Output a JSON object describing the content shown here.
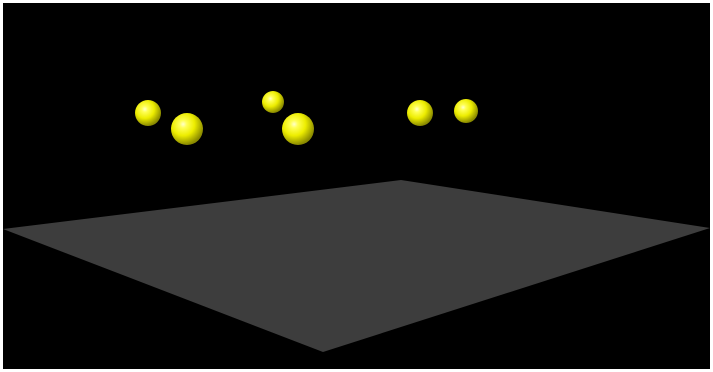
{
  "scene": {
    "background_color": "#000000",
    "frame_color": "#ffffff",
    "ground_plane": {
      "label": "ground-plane",
      "color": "#3d3d3d"
    },
    "spheres": [
      {
        "id": "sphere-1",
        "color": "#ffff00"
      },
      {
        "id": "sphere-2",
        "color": "#ffff00"
      },
      {
        "id": "sphere-3",
        "color": "#ffff00"
      },
      {
        "id": "sphere-4",
        "color": "#ffff00"
      },
      {
        "id": "sphere-5",
        "color": "#ffff00"
      },
      {
        "id": "sphere-6",
        "color": "#ffff00"
      }
    ]
  }
}
